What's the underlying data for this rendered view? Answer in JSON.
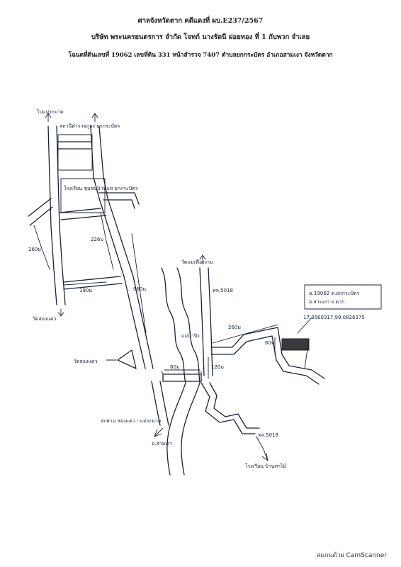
{
  "header": {
    "line1": "ศาลจังหวัดตาก คดีแดงที่ ผบ.E237/2567",
    "line2": "บริษัท พระนครยนตรการ จำกัด โจทก์ นางรัตนี ฝอยทอง ที่ 1 กับพวก จำเลย",
    "line3": "โฉนดที่ดินเลขที่ 19062 เลขที่ดิน 331 หน้าสำรวจ 7407 ตำบลยกกระบัตร อำเภอสามเงา จังหวัดตาก"
  },
  "map": {
    "to_mae_ramat": "ไปแม่ระมาด",
    "district_office": "สถานีตำรวจภูธร ยกกระบัตร",
    "hospital": "โรงเรียน ชุมชนบ้านแท ยกกระบัตร",
    "dist_260_left": "260ม",
    "dist_226": "226ม",
    "dist_190": "190ม",
    "wat_left": "วัดสองแคว",
    "dist_960": "960ม.",
    "river_label": "แม่น้ำปิง",
    "wat_top": "วัดแม่เฟืองงาม",
    "road_top": "ทล.5018",
    "dist_260_right": "260ม",
    "dist_120": "120ม",
    "dist_60": "60ม",
    "dist_80": "80ม",
    "wat_triangle": "วัดสองแคว",
    "bridge": "สะพาน สองแคว - แม่ระมาด",
    "to_sam_ngao": "อ.สามเงา",
    "road_bottom": "ทล.5018",
    "school": "โรงเรียน บ้านท่าไม้",
    "parcel": {
      "line1": "ฉ.19062 ต.ยกกระบัตร",
      "line2": "อ.สามเงา จ.ตาก",
      "coords": "17.3560317,99.0826375"
    }
  },
  "watermark": "สแกนด้วย CamScanner"
}
